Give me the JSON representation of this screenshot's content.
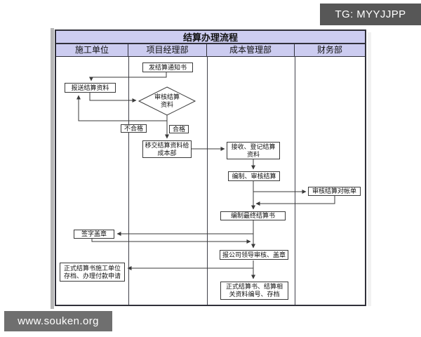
{
  "watermarks": {
    "telegram_badge": "TG: MYYJJPP",
    "site_badge": "www.souken.org"
  },
  "flowchart": {
    "title": "结算办理流程",
    "lanes": [
      "施工单位",
      "项目经理部",
      "成本管理部",
      "财务部"
    ],
    "nodes": {
      "notice": {
        "lane": "项目经理部",
        "type": "process",
        "lines": [
          "发结算通知书"
        ]
      },
      "submit": {
        "lane": "施工单位",
        "type": "process",
        "lines": [
          "报送结算资料"
        ]
      },
      "review": {
        "lane": "项目经理部",
        "type": "decision",
        "lines": [
          "审核结算",
          "资料"
        ]
      },
      "transfer": {
        "lane": "项目经理部",
        "type": "process",
        "lines": [
          "移交结算资料给",
          "成本部"
        ]
      },
      "receive": {
        "lane": "成本管理部",
        "type": "process",
        "lines": [
          "接收、登记结算",
          "资料"
        ]
      },
      "prepare": {
        "lane": "成本管理部",
        "type": "process",
        "lines": [
          "编制、审核结算"
        ]
      },
      "review_stmt": {
        "lane": "财务部",
        "type": "process",
        "lines": [
          "审核结算对帐单"
        ]
      },
      "final_doc": {
        "lane": "成本管理部",
        "type": "process",
        "lines": [
          "编制最终结算书"
        ]
      },
      "sign": {
        "lane": "施工单位",
        "type": "process",
        "lines": [
          "签字盖章"
        ]
      },
      "leader": {
        "lane": "成本管理部",
        "type": "process",
        "lines": [
          "报公司领导审核、盖章"
        ]
      },
      "arch_constr": {
        "lane": "施工单位",
        "type": "process",
        "lines": [
          "正式结算书施工单位",
          "存档、办理付款申请"
        ]
      },
      "arch_final": {
        "lane": "成本管理部",
        "type": "process",
        "lines": [
          "正式结算书、结算相",
          "关资料编号、存档"
        ]
      }
    },
    "branch_labels": {
      "fail": "不合格",
      "pass": "合格"
    },
    "edges": [
      {
        "from": "notice",
        "to": "submit"
      },
      {
        "from": "submit",
        "to": "review"
      },
      {
        "from": "review",
        "to": "submit",
        "label": "不合格"
      },
      {
        "from": "review",
        "to": "transfer",
        "label": "合格"
      },
      {
        "from": "transfer",
        "to": "receive"
      },
      {
        "from": "receive",
        "to": "prepare"
      },
      {
        "from": "prepare",
        "to": "review_stmt"
      },
      {
        "from": "review_stmt",
        "to": "final_doc"
      },
      {
        "from": "prepare",
        "to": "final_doc"
      },
      {
        "from": "final_doc",
        "to": "sign"
      },
      {
        "from": "sign",
        "to": "leader"
      },
      {
        "from": "final_doc",
        "to": "leader"
      },
      {
        "from": "leader",
        "to": "arch_constr"
      },
      {
        "from": "leader",
        "to": "arch_final"
      }
    ],
    "colors": {
      "header_bg": "#ccccf0",
      "frame_border": "#30303a",
      "node_border": "#3a3a3a",
      "tg_badge_bg": "#575757",
      "site_badge_bg": "#6f6f6f"
    }
  }
}
